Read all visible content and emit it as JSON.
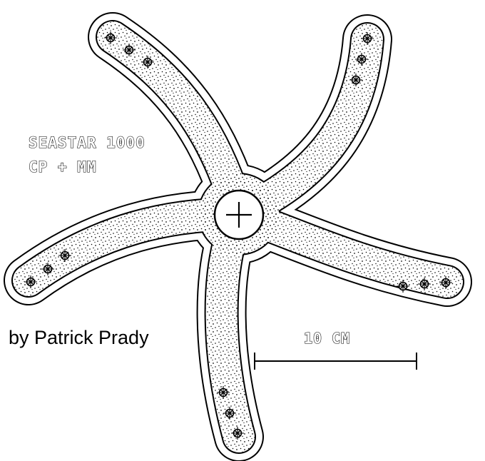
{
  "label": {
    "line1": "SEASTAR 1000",
    "line2": "CP + MM"
  },
  "scale_bar": {
    "label": "10 CM"
  },
  "credit": "by Patrick Prady",
  "colors": {
    "ink": "#000000",
    "paper": "#ffffff"
  }
}
